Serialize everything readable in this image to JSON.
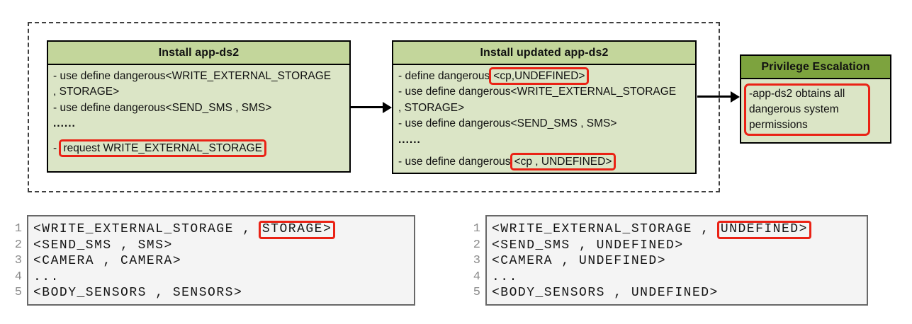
{
  "colors": {
    "header_green": "#c3d69b",
    "body_green": "#dbe5c6",
    "escalation_header_green": "#7da33e",
    "annotation_red": "#ea2215",
    "code_background": "#f4f4f4",
    "line_number_gray": "#8b8b8b"
  },
  "flow": {
    "box1": {
      "title": "Install app-ds2",
      "line1": "- use define dangerous<WRITE_EXTERNAL_STORAGE",
      "line2": ", STORAGE>",
      "line3": "- use define dangerous<SEND_SMS , SMS>",
      "line4": "......",
      "line5_prefix": "- ",
      "line5_highlight": "request WRITE_EXTERNAL_STORAGE"
    },
    "box2": {
      "title": "Install updated app-ds2",
      "line1_prefix": "- define dangerous",
      "line1_highlight": "<cp,UNDEFINED>",
      "line2": "- use define dangerous<WRITE_EXTERNAL_STORAGE",
      "line3": ", STORAGE>",
      "line4": "- use define dangerous<SEND_SMS , SMS>",
      "line5": "......",
      "line6_prefix": "- use define dangerous",
      "line6_highlight": "<cp , UNDEFINED>"
    },
    "box3": {
      "title": "Privilege Escalation",
      "body": "-app-ds2 obtains all dangerous system permissions"
    }
  },
  "code_left": {
    "line_numbers": [
      "1",
      "2",
      "3",
      "4",
      "5"
    ],
    "line1_prefix": "<WRITE_EXTERNAL_STORAGE , ",
    "line1_highlight": "STORAGE>",
    "line2": "<SEND_SMS , SMS>",
    "line3": "<CAMERA , CAMERA>",
    "line4": "...",
    "line5": "<BODY_SENSORS , SENSORS>"
  },
  "code_right": {
    "line_numbers": [
      "1",
      "2",
      "3",
      "4",
      "5"
    ],
    "line1_prefix": "<WRITE_EXTERNAL_STORAGE , ",
    "line1_highlight": "UNDEFINED>",
    "line2": "<SEND_SMS , UNDEFINED>",
    "line3": "<CAMERA , UNDEFINED>",
    "line4": "...",
    "line5": "<BODY_SENSORS , UNDEFINED>"
  }
}
